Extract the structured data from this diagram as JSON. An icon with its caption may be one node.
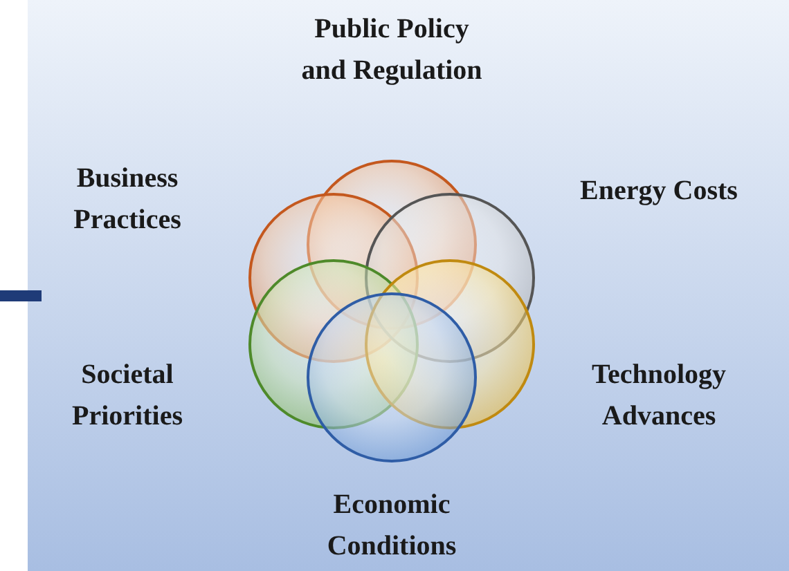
{
  "diagram": {
    "nodes": [
      {
        "text": [],
        "shape": "circle",
        "beside": [
          "Public Policy and Regulation"
        ]
      },
      {
        "text": [],
        "shape": "circle",
        "beside": [
          "Business Practices"
        ]
      },
      {
        "text": [],
        "shape": "circle",
        "beside": [
          "Energy Costs"
        ]
      },
      {
        "text": [],
        "shape": "circle",
        "beside": [
          "Societal Priorities"
        ]
      },
      {
        "text": [],
        "shape": "circle",
        "beside": [
          "Technology Advances"
        ]
      },
      {
        "text": [],
        "shape": "circle",
        "beside": [
          "Economic Conditions"
        ]
      }
    ]
  }
}
